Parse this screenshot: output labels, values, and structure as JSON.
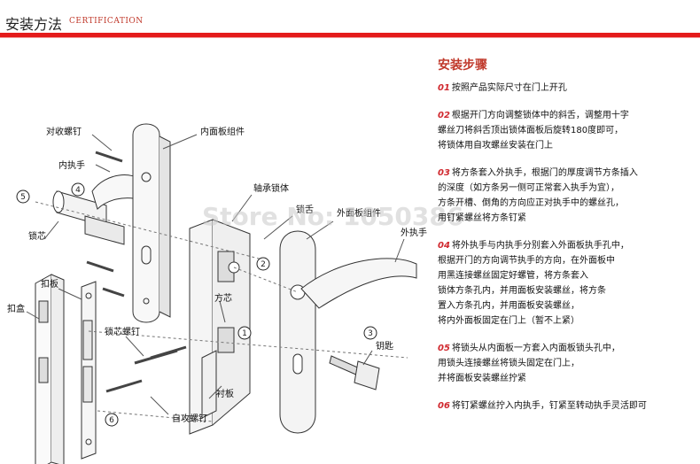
{
  "header": {
    "title": "安装方法",
    "subtitle": "CERTIFICATION"
  },
  "labels": {
    "strike_screw": "对收螺钉",
    "inner_handle": "内执手",
    "inner_plate": "内面板组件",
    "lock_body": "轴承锁体",
    "lock_tongue": "锁舌",
    "outer_plate": "外面板组件",
    "outer_handle": "外执手",
    "cylinder": "锁芯",
    "strike_plate": "扣板",
    "strike_box": "扣盒",
    "cylinder_screw": "锁芯螺钉",
    "square_core": "方芯",
    "liner": "衬板",
    "self_tap_screw": "自攻螺钉",
    "key": "钥匙"
  },
  "markers": [
    "1",
    "2",
    "3",
    "4",
    "5",
    "6"
  ],
  "watermark": "Store No: 1050386",
  "steps": {
    "heading": "安装步骤",
    "items": [
      {
        "num": "01",
        "lines": [
          "按照产品实际尺寸在门上开孔"
        ]
      },
      {
        "num": "02",
        "lines": [
          "根据开门方向调整锁体中的斜舌，调整用十字",
          "螺丝刀将斜舌顶出锁体面板后旋转180度即可，",
          "将锁体用自攻螺丝安装在门上"
        ]
      },
      {
        "num": "03",
        "lines": [
          "将方条套入外执手，根据门的厚度调节方条插入",
          "的深度（如方条另一侧可正常套入执手为宜），",
          "方条开槽、倒角的方向应正对执手中的螺丝孔，",
          "用钉紧螺丝将方条钉紧"
        ]
      },
      {
        "num": "04",
        "lines": [
          "将外执手与内执手分别套入外面板执手孔中，",
          "根据开门的方向调节执手的方向，在外面板中",
          "用黑连接螺丝固定好螺管，将方条套入",
          "锁体方条孔内，并用面板安装螺丝，将方条",
          "置入方条孔内，并用面板安装螺丝，",
          "将内外面板固定在门上（暂不上紧）"
        ]
      },
      {
        "num": "05",
        "lines": [
          "将锁头从内面板一方套入内面板锁头孔中，",
          "用锁头连接螺丝将锁头固定在门上，",
          "并将面板安装螺丝拧紧"
        ]
      },
      {
        "num": "06",
        "lines": [
          "将钉紧螺丝拧入内执手，钉紧至转动执手灵活即可"
        ]
      }
    ]
  }
}
